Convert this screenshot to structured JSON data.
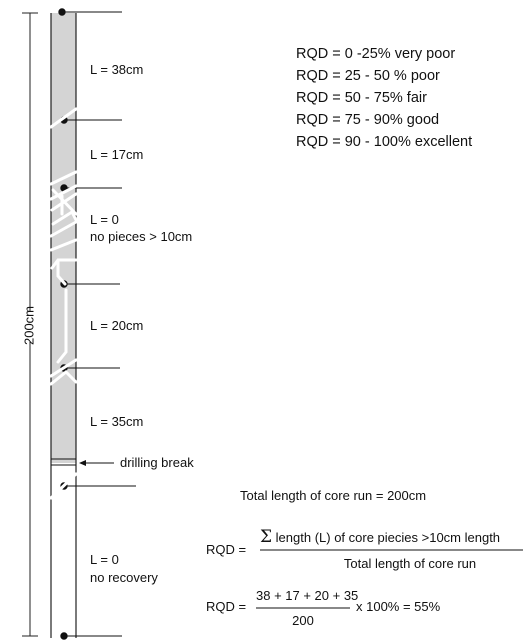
{
  "column": {
    "total_length_label": "200cm",
    "segments": [
      {
        "label": "L = 38cm"
      },
      {
        "label": "L = 17cm"
      },
      {
        "label": "L = 0",
        "note": "no pieces > 10cm"
      },
      {
        "label": "L = 20cm"
      },
      {
        "label": "L = 35cm"
      },
      {
        "label": "L = 0",
        "note": "no recovery"
      }
    ],
    "drilling_break_label": "drilling break"
  },
  "rqd_scale": [
    "RQD = 0 -25% very poor",
    "RQD = 25 - 50 % poor",
    "RQD = 50 - 75% fair",
    "RQD = 75 - 90% good",
    "RQD = 90 - 100% excellent"
  ],
  "formula": {
    "total_run": "Total length of core run = 200cm",
    "lhs": "RQD =",
    "sigma": "Σ",
    "numerator": "length (L) of core piecies >10cm length",
    "denominator": "Total length of core run",
    "calc_lhs": "RQD =",
    "calc_numerator": "38 + 17 + 20 + 35",
    "calc_denominator": "200",
    "calc_result": "x 100% = 55%"
  }
}
